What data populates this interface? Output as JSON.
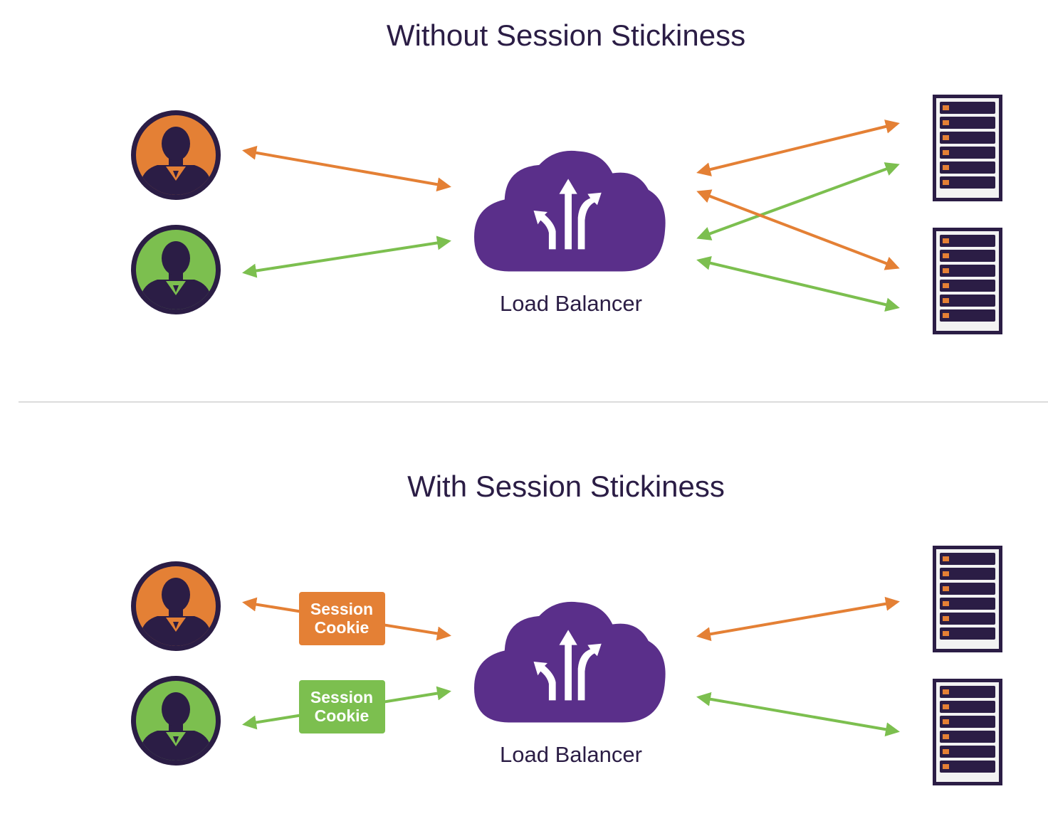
{
  "colors": {
    "purple_dark": "#2b1d45",
    "purple_cloud": "#5a2f8a",
    "orange": "#e48035",
    "green": "#7cbf4f",
    "divider": "#dcdcdc",
    "server_light": "#f2f2f2"
  },
  "sections": [
    {
      "title": "Without Session Stickiness",
      "load_balancer_label": "Load Balancer",
      "icons": {
        "users": [
          "person-icon",
          "person-icon"
        ],
        "balancer": "cloud-routing-icon",
        "servers": [
          "server-rack-icon",
          "server-rack-icon"
        ]
      },
      "links": [
        {
          "from": "orange-user",
          "to": "load-balancer",
          "color": "orange"
        },
        {
          "from": "green-user",
          "to": "load-balancer",
          "color": "green"
        },
        {
          "from": "load-balancer",
          "to": "server-1",
          "color": "orange"
        },
        {
          "from": "load-balancer",
          "to": "server-1",
          "color": "green"
        },
        {
          "from": "load-balancer",
          "to": "server-2",
          "color": "orange"
        },
        {
          "from": "load-balancer",
          "to": "server-2",
          "color": "green"
        }
      ]
    },
    {
      "title": "With Session Stickiness",
      "load_balancer_label": "Load Balancer",
      "cookies": [
        {
          "line1": "Session",
          "line2": "Cookie",
          "color": "orange"
        },
        {
          "line1": "Session",
          "line2": "Cookie",
          "color": "green"
        }
      ],
      "icons": {
        "users": [
          "person-icon",
          "person-icon"
        ],
        "balancer": "cloud-routing-icon",
        "servers": [
          "server-rack-icon",
          "server-rack-icon"
        ]
      },
      "links": [
        {
          "from": "orange-user",
          "to": "load-balancer",
          "color": "orange"
        },
        {
          "from": "green-user",
          "to": "load-balancer",
          "color": "green"
        },
        {
          "from": "load-balancer",
          "to": "server-1",
          "color": "orange"
        },
        {
          "from": "load-balancer",
          "to": "server-2",
          "color": "green"
        }
      ]
    }
  ]
}
